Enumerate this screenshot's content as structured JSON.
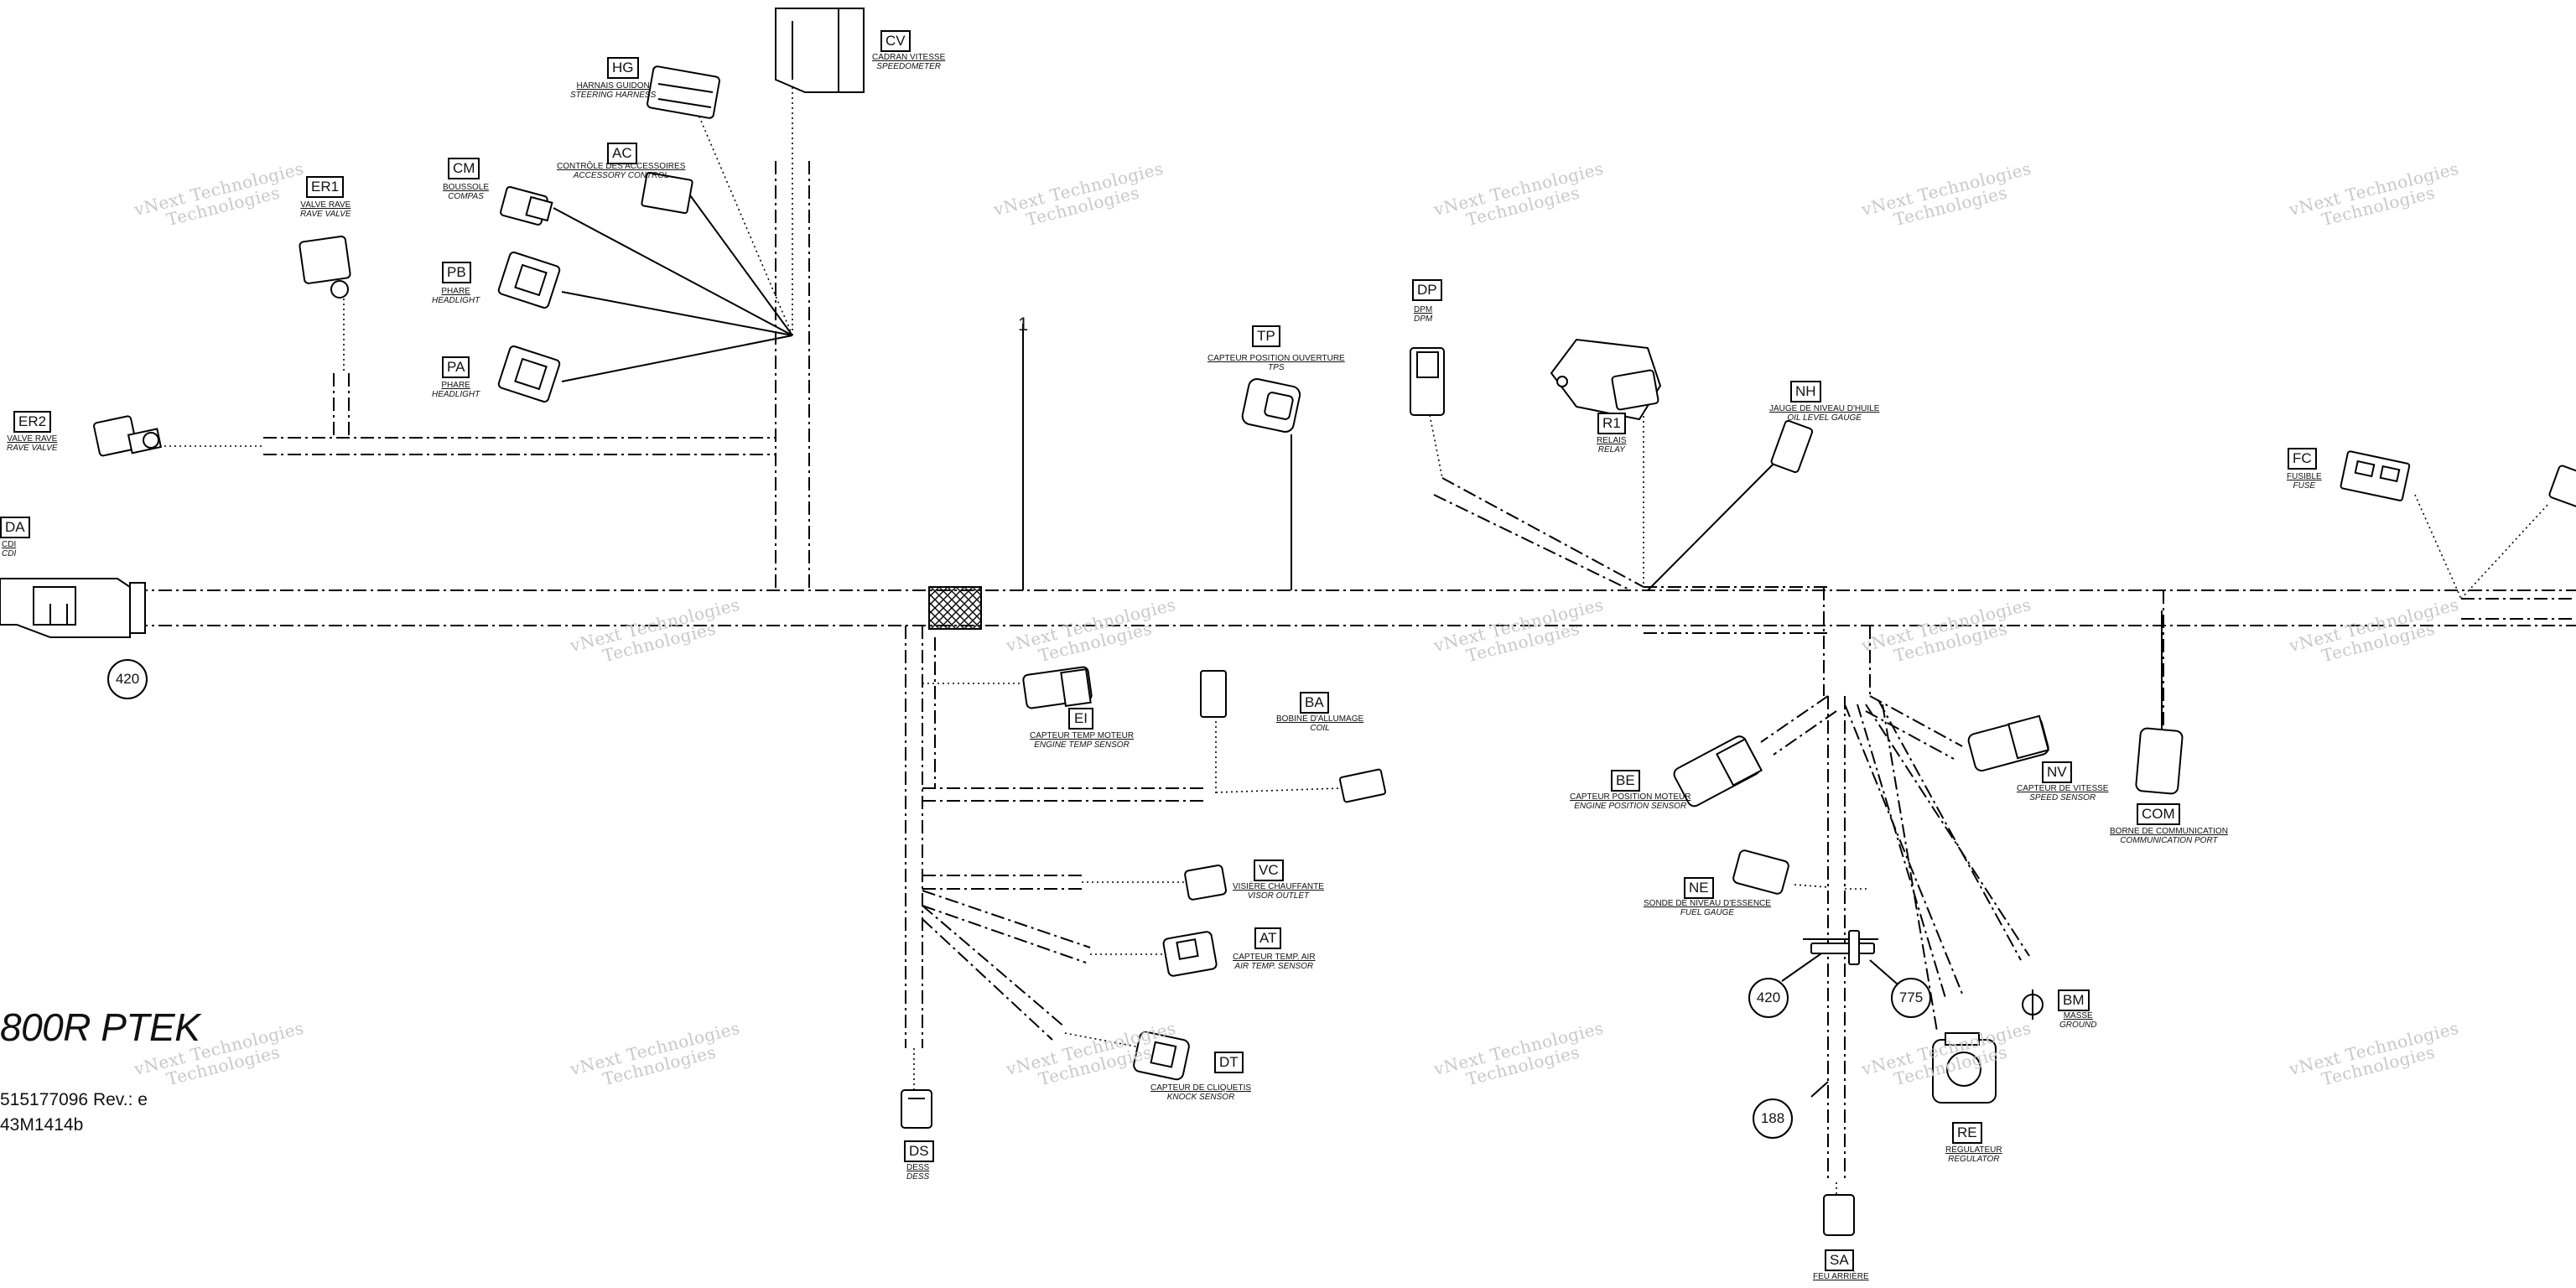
{
  "title": {
    "model": "800R PTEK",
    "part_number": "515177096 Rev.: e",
    "drawing_code": "43M1414b"
  },
  "watermark": {
    "line1": "vNext Technologies",
    "line2": "Technologies"
  },
  "callout_number": "1",
  "connectors": [
    {
      "code": "CV",
      "fr": "CADRAN VITESSE",
      "en": "SPEEDOMETER"
    },
    {
      "code": "HG",
      "fr": "HARNAIS GUIDON",
      "en": "STEERING HARNESS"
    },
    {
      "code": "AC",
      "fr": "CONTRÔLE DES ACCESSOIRES",
      "en": "ACCESSORY CONTROL"
    },
    {
      "code": "CM",
      "fr": "BOUSSOLE",
      "en": "COMPAS"
    },
    {
      "code": "ER1",
      "fr": "VALVE RAVE",
      "en": "RAVE VALVE"
    },
    {
      "code": "PB",
      "fr": "PHARE",
      "en": "HEADLIGHT"
    },
    {
      "code": "PA",
      "fr": "PHARE",
      "en": "HEADLIGHT"
    },
    {
      "code": "ER2",
      "fr": "VALVE RAVE",
      "en": "RAVE VALVE"
    },
    {
      "code": "DA",
      "fr": "CDI",
      "en": "CDI"
    },
    {
      "code": "TP",
      "fr": "CAPTEUR POSITION OUVERTURE",
      "en": "TPS"
    },
    {
      "code": "DP",
      "fr": "DPM",
      "en": "DPM"
    },
    {
      "code": "R1",
      "fr": "RELAIS",
      "en": "RELAY"
    },
    {
      "code": "NH",
      "fr": "JAUGE DE NIVEAU D'HUILE",
      "en": "OIL LEVEL GAUGE"
    },
    {
      "code": "FC",
      "fr": "FUSIBLE",
      "en": "FUSE"
    },
    {
      "code": "EI",
      "fr": "CAPTEUR TEMP MOTEUR",
      "en": "ENGINE TEMP SENSOR"
    },
    {
      "code": "BA",
      "fr": "BOBINE D'ALLUMAGE",
      "en": "COIL"
    },
    {
      "code": "BE",
      "fr": "CAPTEUR POSITION MOTEUR",
      "en": "ENGINE POSITION SENSOR"
    },
    {
      "code": "NV",
      "fr": "CAPTEUR DE VITESSE",
      "en": "SPEED SENSOR"
    },
    {
      "code": "COM",
      "fr": "BORNE DE COMMUNICATION",
      "en": "COMMUNICATION PORT"
    },
    {
      "code": "VC",
      "fr": "VISIÈRE CHAUFFANTE",
      "en": "VISOR OUTLET"
    },
    {
      "code": "NE",
      "fr": "SONDE DE NIVEAU D'ESSENCE",
      "en": "FUEL GAUGE"
    },
    {
      "code": "AT",
      "fr": "CAPTEUR TEMP. AIR",
      "en": "AIR TEMP. SENSOR"
    },
    {
      "code": "BM",
      "fr": "MASSE",
      "en": "GROUND"
    },
    {
      "code": "DT",
      "fr": "CAPTEUR DE CLIQUETIS",
      "en": "KNOCK SENSOR"
    },
    {
      "code": "DS",
      "fr": "DESS",
      "en": "DESS"
    },
    {
      "code": "RE",
      "fr": "RÉGULATEUR",
      "en": "REGULATOR"
    },
    {
      "code": "SA",
      "fr": "FEU ARRIÈRE",
      "en": ""
    }
  ],
  "references": [
    {
      "value": "420"
    },
    {
      "value": "420"
    },
    {
      "value": "775"
    },
    {
      "value": "188"
    }
  ]
}
